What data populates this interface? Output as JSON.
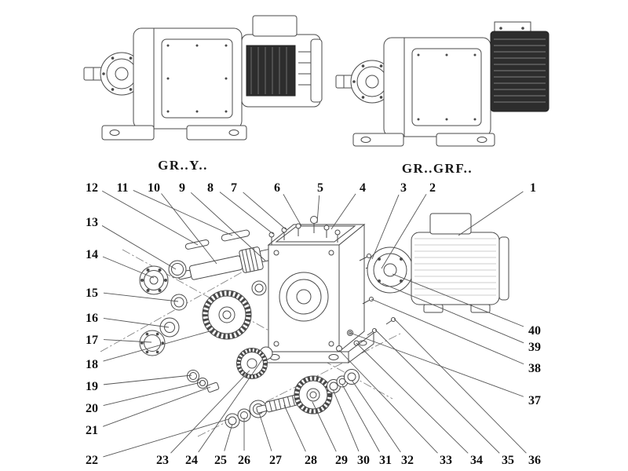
{
  "figure": {
    "model_left": "GR..Y..",
    "model_right": "GR..GRF.."
  },
  "callouts": {
    "top_row": [
      "12",
      "11",
      "10",
      "9",
      "8",
      "7",
      "6",
      "5",
      "4",
      "3",
      "2",
      "1"
    ],
    "left_column": [
      "13",
      "14",
      "15",
      "16",
      "17",
      "18",
      "19",
      "20",
      "21",
      "22"
    ],
    "bottom_row": [
      "23",
      "24",
      "25",
      "26",
      "27",
      "28",
      "29",
      "30",
      "31",
      "32",
      "33",
      "34",
      "35",
      "36"
    ],
    "right_column": [
      "40",
      "39",
      "38",
      "37"
    ]
  },
  "colors": {
    "line": "#4a4a4a",
    "dark_fill": "#2d2d2d",
    "text": "#101010"
  }
}
